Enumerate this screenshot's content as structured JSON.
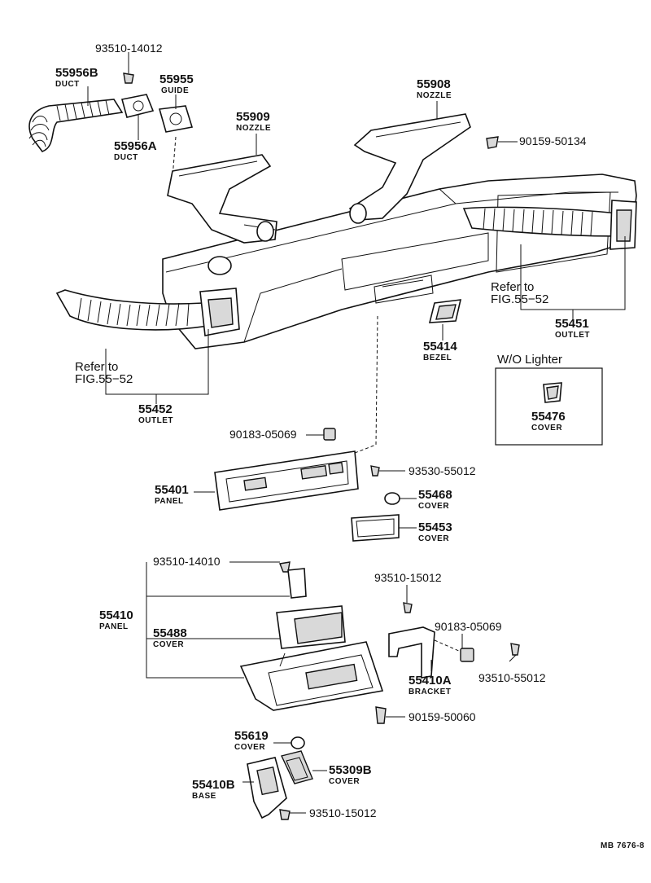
{
  "parts": {
    "p93510_14012": {
      "number": "93510-14012"
    },
    "p55956B": {
      "number": "55956B",
      "name": "DUCT"
    },
    "p55955": {
      "number": "55955",
      "name": "GUIDE"
    },
    "p55956A": {
      "number": "55956A",
      "name": "DUCT"
    },
    "p55909": {
      "number": "55909",
      "name": "NOZZLE"
    },
    "p55908": {
      "number": "55908",
      "name": "NOZZLE"
    },
    "p90159_50134": {
      "number": "90159-50134"
    },
    "p55451": {
      "number": "55451",
      "name": "OUTLET"
    },
    "p55414": {
      "number": "55414",
      "name": "BEZEL"
    },
    "p55452": {
      "number": "55452",
      "name": "OUTLET"
    },
    "p55476": {
      "number": "55476",
      "name": "COVER"
    },
    "p90183_05069a": {
      "number": "90183-05069"
    },
    "p55401": {
      "number": "55401",
      "name": "PANEL"
    },
    "p93530_55012": {
      "number": "93530-55012"
    },
    "p55468": {
      "number": "55468",
      "name": "COVER"
    },
    "p55453": {
      "number": "55453",
      "name": "COVER"
    },
    "p93510_14010": {
      "number": "93510-14010"
    },
    "p93510_15012a": {
      "number": "93510-15012"
    },
    "p55410": {
      "number": "55410",
      "name": "PANEL"
    },
    "p55488": {
      "number": "55488",
      "name": "COVER"
    },
    "p90183_05069b": {
      "number": "90183-05069"
    },
    "p55410A": {
      "number": "55410A",
      "name": "BRACKET"
    },
    "p93510_55012": {
      "number": "93510-55012"
    },
    "p90159_50060": {
      "number": "90159-50060"
    },
    "p55619": {
      "number": "55619",
      "name": "COVER"
    },
    "p55410B": {
      "number": "55410B",
      "name": "BASE"
    },
    "p55309B": {
      "number": "55309B",
      "name": "COVER"
    },
    "p93510_15012b": {
      "number": "93510-15012"
    }
  },
  "refs": {
    "right": {
      "line1": "Refer  to",
      "line2": "FIG.55−52"
    },
    "left": {
      "line1": "Refer  to",
      "line2": "FIG.55−52"
    }
  },
  "inset": {
    "title": "W/O  Lighter"
  },
  "footer": {
    "code": "MB 7676-8"
  }
}
